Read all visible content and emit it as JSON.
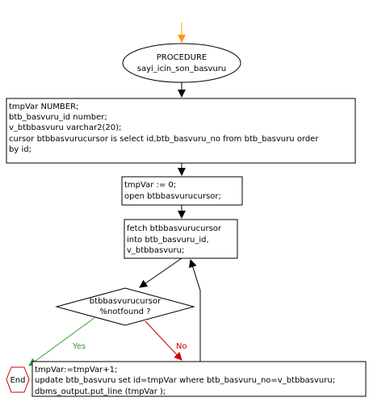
{
  "start": {
    "title": "PROCEDURE",
    "name": "sayi_icin_son_basvuru"
  },
  "declarations": [
    "tmpVar NUMBER;",
    "btb_basvuru_id number;",
    "v_btbbasvuru varchar2(20);",
    "cursor btbbasvurucursor is select id,btb_basvuru_no from btb_basvuru order",
    "by id;"
  ],
  "init": [
    "tmpVar := 0;",
    "open btbbasvurucursor;"
  ],
  "fetch": [
    "fetch btbbasvurucursor",
    "into btb_basvuru_id,",
    "v_btbbasvuru;"
  ],
  "decision": [
    "btbbasvurucursor",
    "%notfound ?"
  ],
  "yes_label": "Yes",
  "no_label": "No",
  "end_label": "End",
  "process": [
    "tmpVar:=tmpVar+1;",
    "update btb_basvuru set id=tmpVar where btb_basvuru_no=v_btbbasvuru;",
    "dbms_output.put_line (tmpVar );"
  ],
  "colors": {
    "start_arrow": "#ff9900",
    "yes": "#339933",
    "no": "#cc0000",
    "end_border": "#cc0000"
  }
}
